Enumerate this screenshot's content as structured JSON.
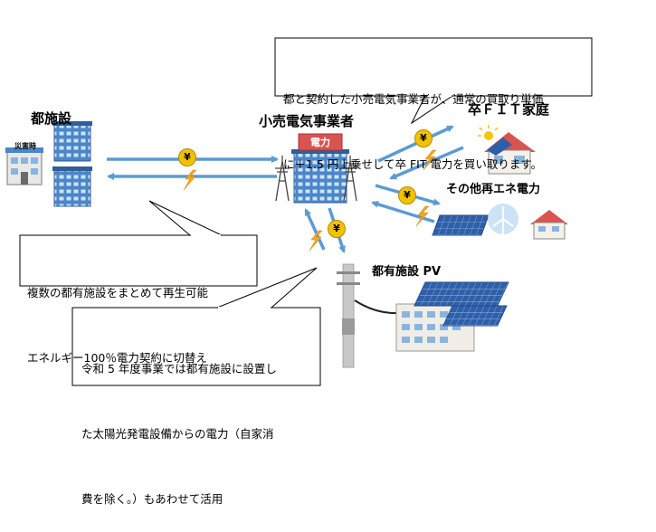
{
  "nodes": {
    "city_facilities": {
      "label": "都施設",
      "sign": "災害時"
    },
    "retailer": {
      "label": "小売電気事業者",
      "sign": "電力"
    },
    "fit_home": {
      "label": "卒ＦＩＴ家庭"
    },
    "other_renewable": {
      "label": "その他再エネ電力"
    },
    "city_pv": {
      "label": "都有施設 PV"
    }
  },
  "payment_symbol": "¥",
  "callouts": {
    "top_right": {
      "line1": "都と契約した小売電気事業者が、通常の買取り単価",
      "line2": "に＋1.5 円上乗せして卒 FIT 電力を買い取ります。"
    },
    "left": {
      "line1": "複数の都有施設をまとめて再生可能",
      "line2": "エネルギー100％電力契約に切替え"
    },
    "bottom": {
      "line1": "令和 5 年度事業では都有施設に設置し",
      "line2": "た太陽光発電設備からの電力（自家消",
      "line3": "費を除く。）もあわせて活用"
    }
  },
  "colors": {
    "arrow": "#5b9bd5",
    "coin": "#f2c200",
    "bolt": "#f5a623",
    "building_blue": "#4a86c8",
    "roof_red": "#d9534f",
    "panel_blue": "#2e5fa8"
  }
}
